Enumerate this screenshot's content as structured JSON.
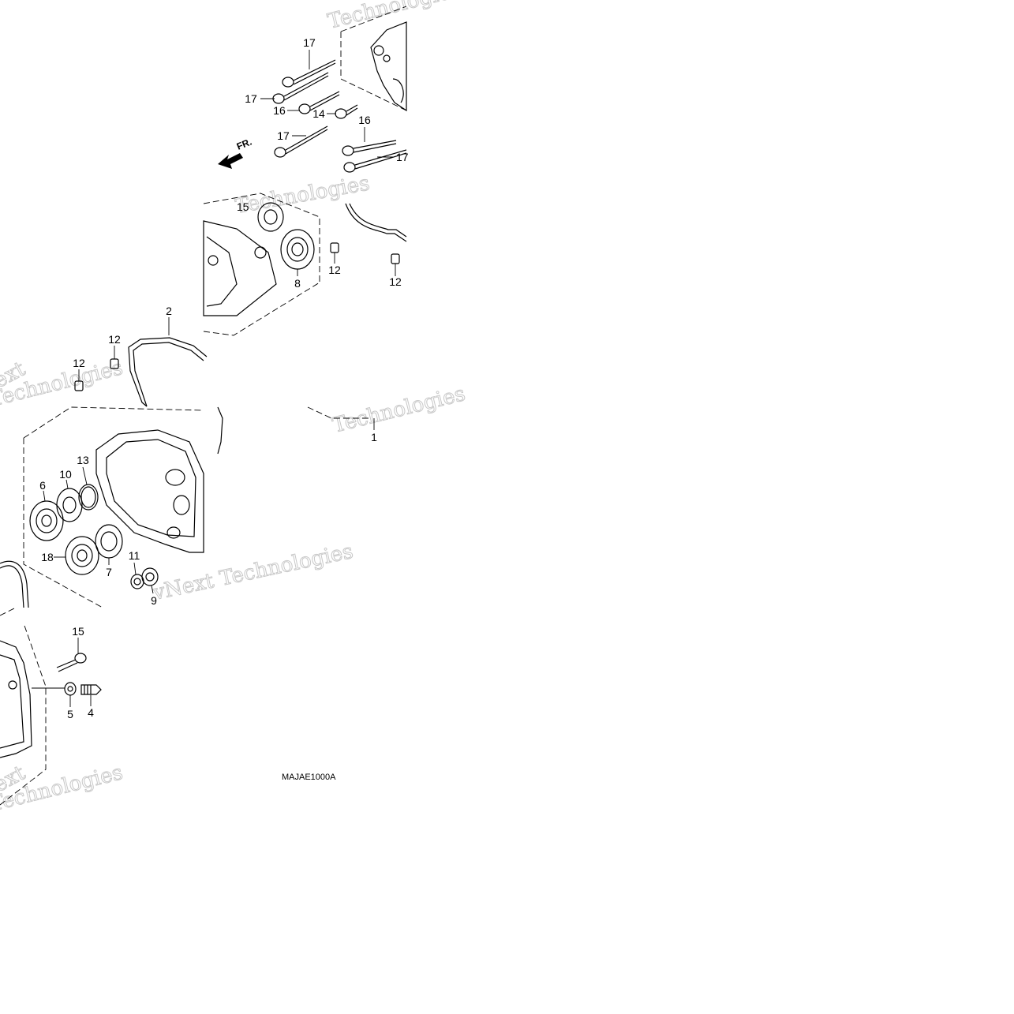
{
  "diagram": {
    "code": "MAJAE1000A",
    "front_marker": "FR.",
    "watermarks": [
      "Technologies",
      "Technologies",
      "ext",
      "Technologies",
      "Technologies",
      "vNext Technologies",
      "ext",
      "Technologies"
    ],
    "callouts": [
      {
        "id": "c17a",
        "text": "17"
      },
      {
        "id": "c17b",
        "text": "17"
      },
      {
        "id": "c16a",
        "text": "16"
      },
      {
        "id": "c14",
        "text": "14"
      },
      {
        "id": "c16b",
        "text": "16"
      },
      {
        "id": "c17c",
        "text": "17"
      },
      {
        "id": "c17d",
        "text": "17"
      },
      {
        "id": "c15a",
        "text": "15"
      },
      {
        "id": "c8",
        "text": "8"
      },
      {
        "id": "c12a",
        "text": "12"
      },
      {
        "id": "c12b",
        "text": "12"
      },
      {
        "id": "c2",
        "text": "2"
      },
      {
        "id": "c12c",
        "text": "12"
      },
      {
        "id": "c12d",
        "text": "12"
      },
      {
        "id": "c1",
        "text": "1"
      },
      {
        "id": "c13",
        "text": "13"
      },
      {
        "id": "c6",
        "text": "6"
      },
      {
        "id": "c10",
        "text": "10"
      },
      {
        "id": "c18",
        "text": "18"
      },
      {
        "id": "c7",
        "text": "7"
      },
      {
        "id": "c11",
        "text": "11"
      },
      {
        "id": "c9",
        "text": "9"
      },
      {
        "id": "c15b",
        "text": "15"
      },
      {
        "id": "c5",
        "text": "5"
      },
      {
        "id": "c4",
        "text": "4"
      }
    ]
  }
}
